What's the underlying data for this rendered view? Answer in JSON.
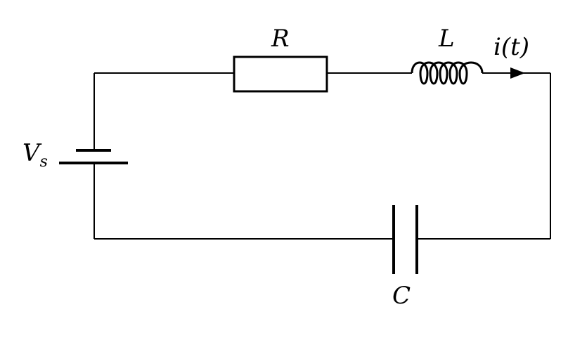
{
  "labels": {
    "resistor": "R",
    "inductor": "L",
    "current": "i(t)",
    "source_main": "V",
    "source_sub": "s",
    "capacitor": "C"
  },
  "colors": {
    "wire": "#000000",
    "background": "#ffffff"
  }
}
